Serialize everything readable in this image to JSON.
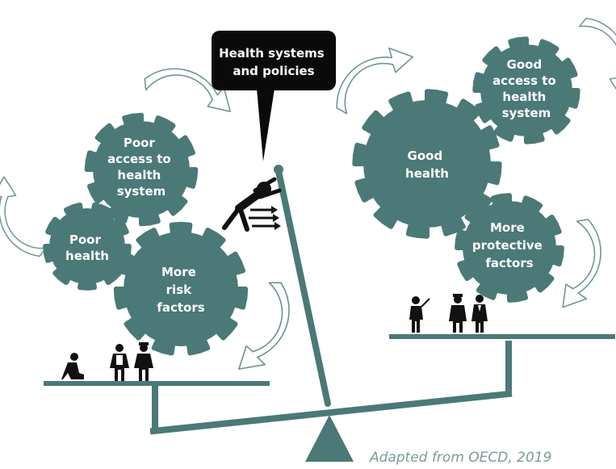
{
  "colors": {
    "gear": "#4a7977",
    "beam": "#4a7977",
    "bubble": "#0a0a0a",
    "figure": "#111111",
    "arrow_outline": "#6f9694",
    "source_text": "#7a9a98"
  },
  "bubble": {
    "line1": "Health systems",
    "line2": "and policies"
  },
  "gears": {
    "poor_access": [
      "Poor",
      "access to",
      "health",
      "system"
    ],
    "poor_health": [
      "Poor",
      "health"
    ],
    "risk_factors": [
      "More",
      "risk",
      "factors"
    ],
    "good_health": [
      "Good",
      "health"
    ],
    "good_access": [
      "Good",
      "access to",
      "health",
      "system"
    ],
    "protective_factors": [
      "More",
      "protective",
      "factors"
    ]
  },
  "source": "Adapted from OECD, 2019"
}
